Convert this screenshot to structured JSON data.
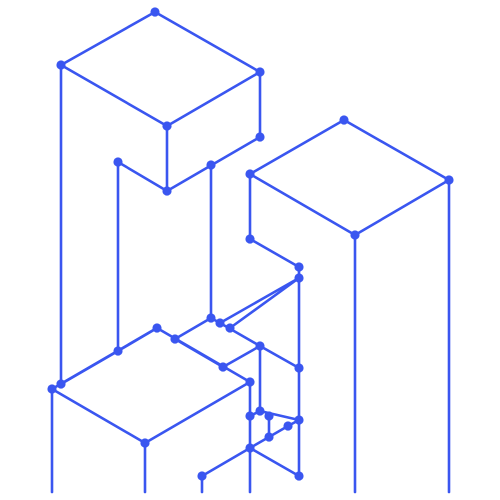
{
  "colors": {
    "background": "#ffffff",
    "line": "#3a56f0",
    "node": "#3a56f0"
  },
  "figure": {
    "kind": "isometric wireframe graph",
    "node_shape": "filled circle",
    "edge_style": "straight lines"
  }
}
